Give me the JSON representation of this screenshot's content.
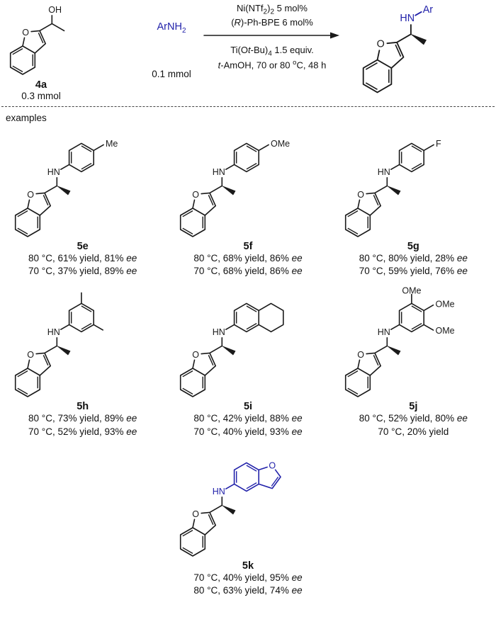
{
  "scheme": {
    "substrate_label": "4a",
    "substrate_amount": "0.3 mmol",
    "amine_main": "ArNH",
    "amine_sub": "2",
    "amine_amount": "0.1 mmol",
    "cond": {
      "l1p1": "Ni(NTf",
      "l1s1": "2",
      "l1p2": ")",
      "l1s2": "2",
      "l1p3": " 5 mol%",
      "l2p1": "(",
      "l2i1": "R",
      "l2p2": ")-Ph-BPE  6 mol%",
      "l3p1": "Ti(O",
      "l3i1": "t",
      "l3p2": "-Bu)",
      "l3s1": "4",
      "l3p3": " 1.5 equiv.",
      "l4i1": "t",
      "l4p1": "-AmOH, 70 or 80 ",
      "l4sup1": "o",
      "l4p2": "C, 48 h"
    },
    "product_ar": "Ar"
  },
  "atoms": {
    "o": "O",
    "oh": "OH",
    "hn": "HN",
    "me": "Me",
    "ome": "OMe",
    "f": "F"
  },
  "examples_label": "examples",
  "products": [
    {
      "id": "5e",
      "r1": "80 °C, 61% yield, 81% ",
      "r1ee": "ee",
      "r2": "70 °C, 37% yield, 89% ",
      "r2ee": "ee"
    },
    {
      "id": "5f",
      "r1": "80 °C, 68% yield, 86% ",
      "r1ee": "ee",
      "r2": "70 °C, 68% yield, 86% ",
      "r2ee": "ee"
    },
    {
      "id": "5g",
      "r1": "80 °C, 80% yield, 28% ",
      "r1ee": "ee",
      "r2": "70 °C, 59% yield, 76% ",
      "r2ee": "ee"
    },
    {
      "id": "5h",
      "r1": "80 °C, 73% yield, 89% ",
      "r1ee": "ee",
      "r2": "70 °C, 52% yield, 93% ",
      "r2ee": "ee"
    },
    {
      "id": "5i",
      "r1": "80 °C, 42% yield, 88% ",
      "r1ee": "ee",
      "r2": "70 °C, 40% yield, 93% ",
      "r2ee": "ee"
    },
    {
      "id": "5j",
      "r1": "80 °C, 52% yield, 80% ",
      "r1ee": "ee",
      "r2": "70 °C, 20% yield",
      "r2ee": ""
    },
    {
      "id": "5k",
      "r1": "70 °C, 40% yield, 95% ",
      "r1ee": "ee",
      "r2": "80 °C, 63% yield, 74% ",
      "r2ee": "ee"
    }
  ],
  "colors": {
    "ink": "#1a1a1a",
    "blue": "#2222aa"
  }
}
